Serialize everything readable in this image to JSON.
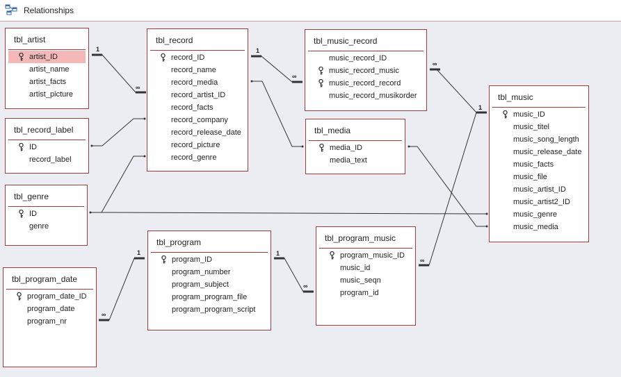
{
  "window": {
    "title": "Relationships"
  },
  "cardinality": {
    "one": "1",
    "many": "∞"
  },
  "tables": [
    {
      "name": "tbl_artist",
      "fields": [
        {
          "name": "artist_ID",
          "key": true,
          "selected": true
        },
        {
          "name": "artist_name"
        },
        {
          "name": "artist_facts"
        },
        {
          "name": "artist_picture"
        }
      ]
    },
    {
      "name": "tbl_record",
      "fields": [
        {
          "name": "record_ID",
          "key": true
        },
        {
          "name": "record_name"
        },
        {
          "name": "record_media"
        },
        {
          "name": "record_artist_ID"
        },
        {
          "name": "record_facts"
        },
        {
          "name": "record_company"
        },
        {
          "name": "record_release_date"
        },
        {
          "name": "record_picture"
        },
        {
          "name": "record_genre"
        }
      ]
    },
    {
      "name": "tbl_music_record",
      "fields": [
        {
          "name": "music_record_ID"
        },
        {
          "name": "music_record_music",
          "key": true
        },
        {
          "name": "music_record_record",
          "key": true
        },
        {
          "name": "music_record_musikorder"
        }
      ]
    },
    {
      "name": "tbl_music",
      "fields": [
        {
          "name": "music_ID",
          "key": true
        },
        {
          "name": "music_titel"
        },
        {
          "name": "music_song_length"
        },
        {
          "name": "music_release_date"
        },
        {
          "name": "music_facts"
        },
        {
          "name": "music_file"
        },
        {
          "name": "music_artist_ID"
        },
        {
          "name": "music_artist2_ID"
        },
        {
          "name": "music_genre"
        },
        {
          "name": "music_media"
        }
      ]
    },
    {
      "name": "tbl_record_label",
      "fields": [
        {
          "name": "ID",
          "key": true
        },
        {
          "name": "record_label"
        }
      ]
    },
    {
      "name": "tbl_media",
      "fields": [
        {
          "name": "media_ID",
          "key": true
        },
        {
          "name": "media_text"
        }
      ]
    },
    {
      "name": "tbl_genre",
      "fields": [
        {
          "name": "ID",
          "key": true
        },
        {
          "name": "genre"
        }
      ]
    },
    {
      "name": "tbl_program",
      "fields": [
        {
          "name": "program_ID",
          "key": true
        },
        {
          "name": "program_number"
        },
        {
          "name": "program_subject"
        },
        {
          "name": "program_program_file"
        },
        {
          "name": "program_program_script"
        }
      ]
    },
    {
      "name": "tbl_program_music",
      "fields": [
        {
          "name": "program_music_ID",
          "key": true
        },
        {
          "name": "music_id"
        },
        {
          "name": "music_seqn"
        },
        {
          "name": "program_id"
        }
      ]
    },
    {
      "name": "tbl_program_date",
      "fields": [
        {
          "name": "program_date_ID",
          "key": true
        },
        {
          "name": "program_date"
        },
        {
          "name": "program_nr"
        }
      ]
    }
  ]
}
